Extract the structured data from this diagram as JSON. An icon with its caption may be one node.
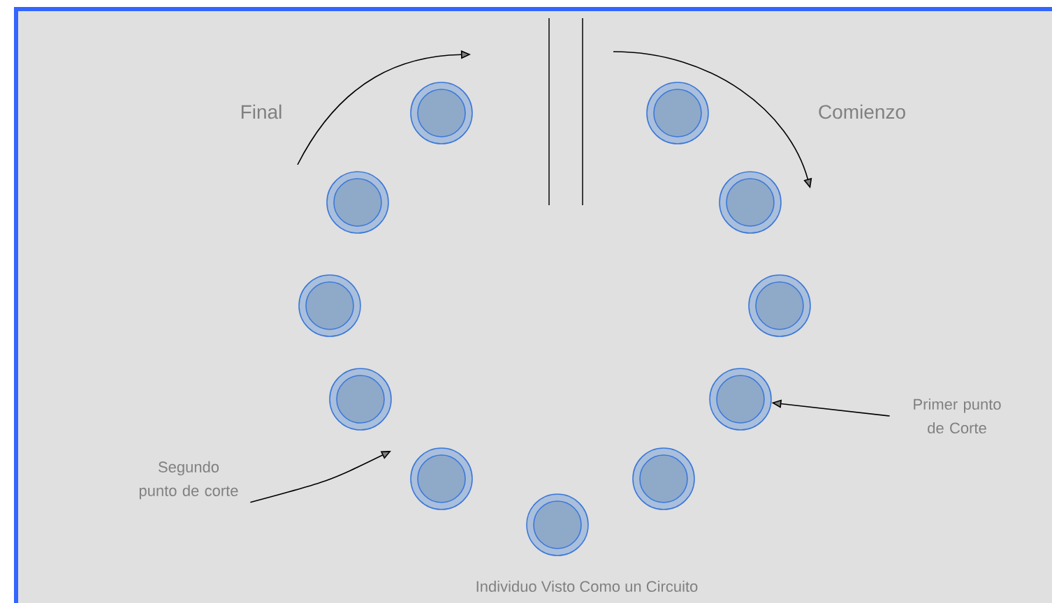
{
  "diagram": {
    "caption": "Individuo Visto Como un  Circuito",
    "nodes": [
      {
        "text": [],
        "shape": "circle"
      },
      {
        "text": [],
        "shape": "circle"
      },
      {
        "text": [],
        "shape": "circle"
      },
      {
        "text": [],
        "shape": "circle"
      },
      {
        "text": [],
        "shape": "circle"
      },
      {
        "text": [],
        "shape": "circle"
      },
      {
        "text": [],
        "shape": "circle"
      },
      {
        "text": [],
        "shape": "circle"
      },
      {
        "text": [],
        "shape": "circle"
      },
      {
        "text": [],
        "shape": "circle"
      },
      {
        "text": [],
        "shape": "circle"
      },
      {
        "text": [
          "Primer punto de Corte"
        ]
      },
      {
        "text": [
          "Segundo punto de corte"
        ]
      }
    ],
    "edges": [
      {
        "from": 11,
        "to": 7,
        "arrow": "to"
      },
      {
        "from": 12,
        "to": null,
        "arrow": "to"
      }
    ],
    "labels": [
      "Final",
      "Comienzo"
    ]
  }
}
